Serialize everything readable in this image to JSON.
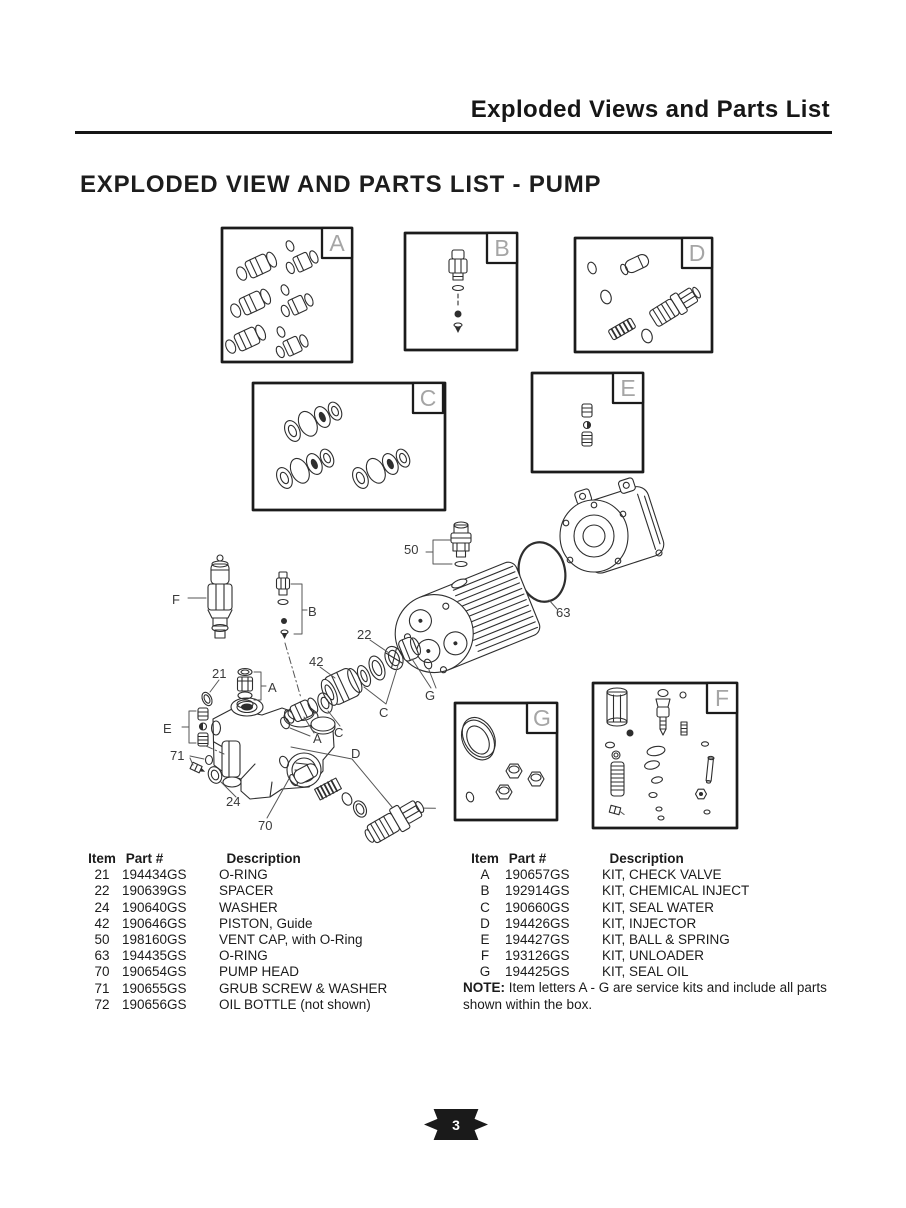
{
  "page": {
    "header_title": "Exploded Views and Parts List",
    "section_title": "EXPLODED VIEW AND PARTS LIST - PUMP",
    "page_number": "3"
  },
  "diagram": {
    "boxes": [
      {
        "label": "A"
      },
      {
        "label": "B"
      },
      {
        "label": "D"
      },
      {
        "label": "C"
      },
      {
        "label": "E"
      },
      {
        "label": "G"
      },
      {
        "label": "F"
      }
    ],
    "callouts": {
      "f": "F",
      "b": "B",
      "n50": "50",
      "n63": "63",
      "n21": "21",
      "a1": "A",
      "e": "E",
      "n71": "71",
      "n24": "24",
      "n70": "70",
      "n42": "42",
      "n22": "22",
      "c1": "C",
      "a2": "A",
      "c2": "C",
      "g": "G",
      "d": "D"
    }
  },
  "parts_table_left": {
    "headers": [
      "Item",
      "Part #",
      "Description"
    ],
    "rows": [
      [
        "21",
        "194434GS",
        "O-RING"
      ],
      [
        "22",
        "190639GS",
        "SPACER"
      ],
      [
        "24",
        "190640GS",
        "WASHER"
      ],
      [
        "42",
        "190646GS",
        "PISTON, Guide"
      ],
      [
        "50",
        "198160GS",
        "VENT CAP, with O-Ring"
      ],
      [
        "63",
        "194435GS",
        "O-RING"
      ],
      [
        "70",
        "190654GS",
        "PUMP HEAD"
      ],
      [
        "71",
        "190655GS",
        "GRUB SCREW & WASHER"
      ],
      [
        "72",
        "190656GS",
        "OIL BOTTLE (not shown)"
      ]
    ]
  },
  "parts_table_right": {
    "headers": [
      "Item",
      "Part #",
      "Description"
    ],
    "rows": [
      [
        "A",
        "190657GS",
        "KIT, CHECK VALVE"
      ],
      [
        "B",
        "192914GS",
        "KIT, CHEMICAL INJECT"
      ],
      [
        "C",
        "190660GS",
        "KIT, SEAL WATER"
      ],
      [
        "D",
        "194426GS",
        "KIT, INJECTOR"
      ],
      [
        "E",
        "194427GS",
        "KIT, BALL & SPRING"
      ],
      [
        "F",
        "193126GS",
        "KIT, UNLOADER"
      ],
      [
        "G",
        "194425GS",
        "KIT, SEAL OIL"
      ]
    ]
  },
  "note": {
    "label": "NOTE:",
    "text": " Item letters A - G are service kits and include all parts shown within the box."
  },
  "colors": {
    "ink": "#1b1b1b",
    "line": "#2e2e2e",
    "tab_letter": "#a5a5a5",
    "badge": "#1a1a1a"
  }
}
